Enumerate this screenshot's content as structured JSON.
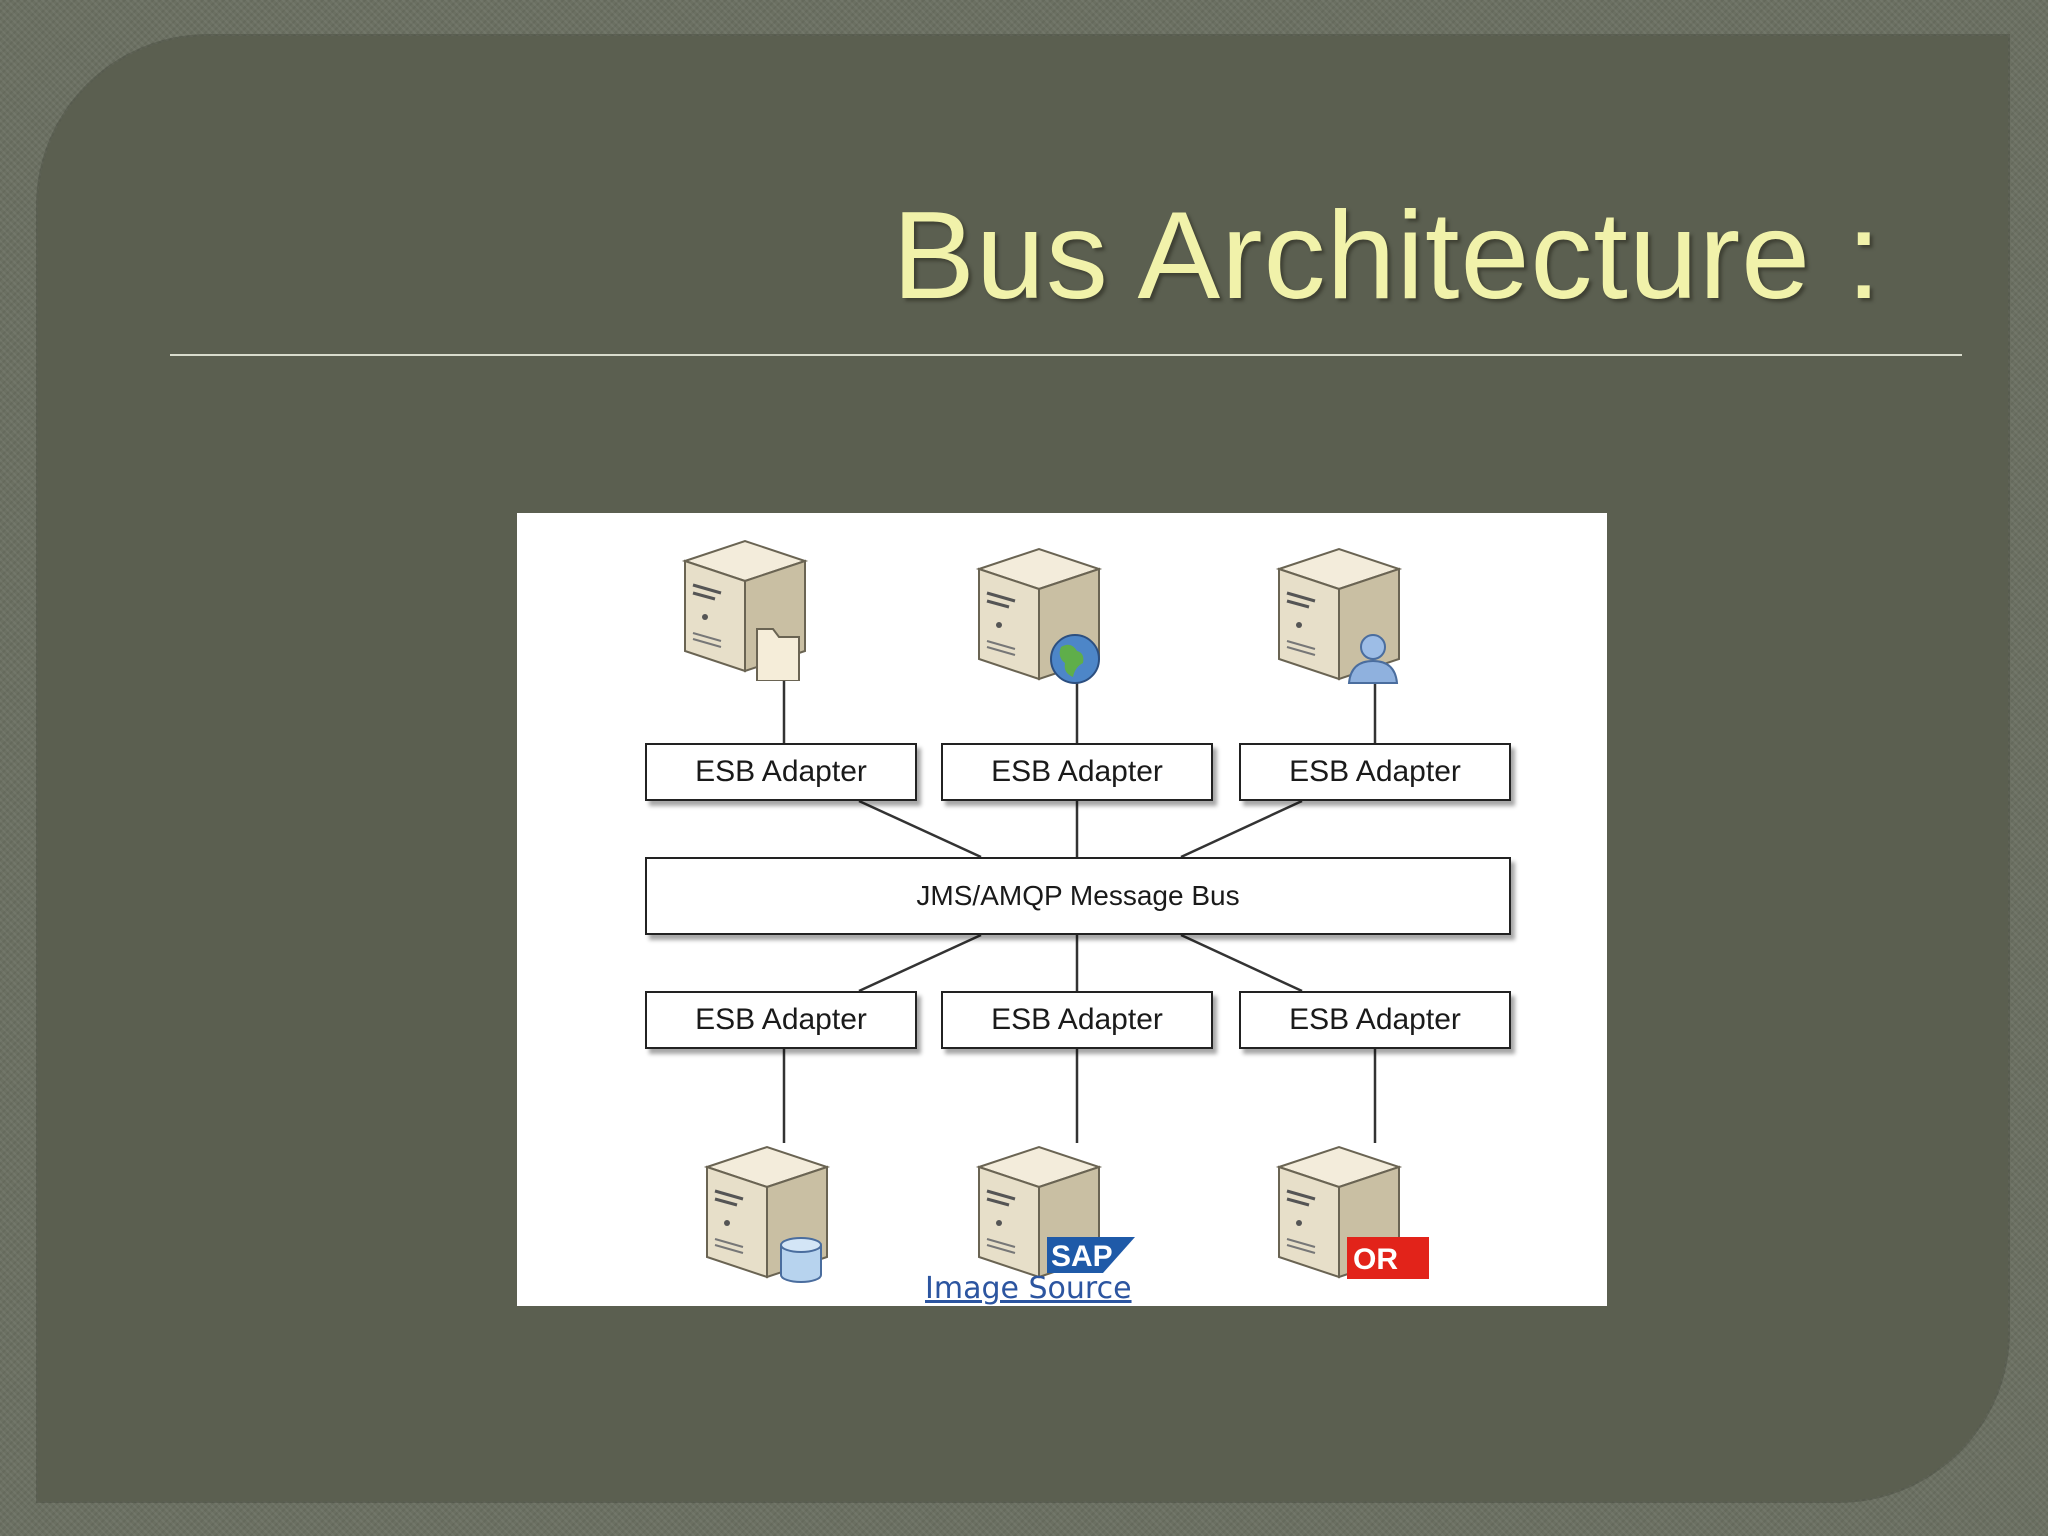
{
  "slide": {
    "title": "Bus Architecture :"
  },
  "diagram": {
    "top_adapters": [
      "ESB Adapter",
      "ESB Adapter",
      "ESB Adapter"
    ],
    "bus_label": "JMS/AMQP Message Bus",
    "bottom_adapters": [
      "ESB Adapter",
      "ESB Adapter",
      "ESB Adapter"
    ],
    "top_servers": [
      {
        "icon": "folder-icon"
      },
      {
        "icon": "globe-icon"
      },
      {
        "icon": "user-icon"
      }
    ],
    "bottom_servers": [
      {
        "icon": "database-icon"
      },
      {
        "icon": "sap-logo",
        "logo_text": "SAP"
      },
      {
        "icon": "oracle-logo",
        "logo_text": "OR"
      }
    ],
    "caption": "Image Source",
    "colors": {
      "title": "#f1f2aa",
      "panel": "#5b5f50",
      "link": "#2c55a0",
      "sap_blue": "#1f5aa8",
      "oracle_red": "#e2231a"
    }
  }
}
